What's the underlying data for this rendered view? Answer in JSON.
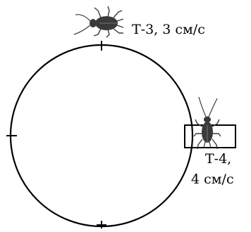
{
  "colors": {
    "line": "#000000",
    "bug": "#3a3a3a"
  },
  "track": {
    "tick_marks": [
      "top",
      "left",
      "right",
      "bottom"
    ]
  },
  "cockroaches": [
    {
      "id": "T-3",
      "label": "Т-3, 3 см/с",
      "icon": "cockroach-icon"
    },
    {
      "id": "T-4",
      "label_line1": "Т-4,",
      "label_line2": "4 см/с",
      "icon": "cockroach-icon",
      "boxed": true
    }
  ]
}
